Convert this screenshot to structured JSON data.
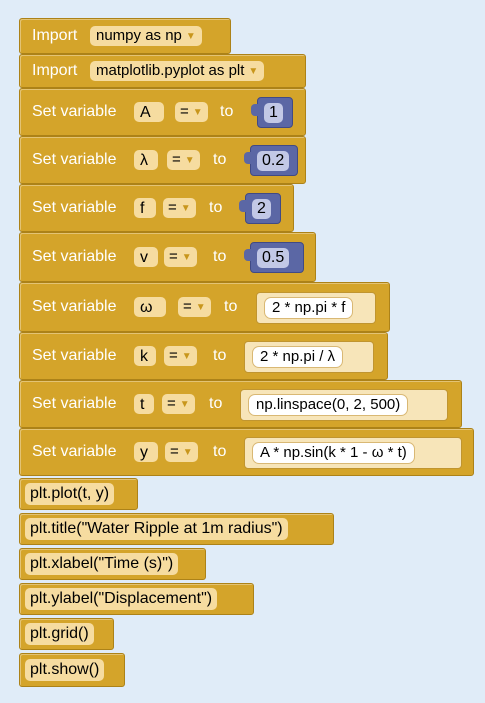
{
  "imports": [
    {
      "keyword": "Import",
      "module": "numpy as np"
    },
    {
      "keyword": "Import",
      "module": "matplotlib.pyplot as plt"
    }
  ],
  "set_variable_label": "Set variable",
  "to_label": "to",
  "operator": "=",
  "assignments": [
    {
      "name": "A",
      "value": "1",
      "kind": "number"
    },
    {
      "name": "λ",
      "value": "0.2",
      "kind": "number"
    },
    {
      "name": "f",
      "value": "2",
      "kind": "number"
    },
    {
      "name": "v",
      "value": "0.5",
      "kind": "number"
    },
    {
      "name": "ω",
      "value": "2 * np.pi * f",
      "kind": "expression"
    },
    {
      "name": "k",
      "value": "2 * np.pi / λ",
      "kind": "expression"
    },
    {
      "name": "t",
      "value": "np.linspace(0, 2, 500)",
      "kind": "expression"
    },
    {
      "name": "y",
      "value": "A * np.sin(k * 1 - ω * t)",
      "kind": "expression"
    }
  ],
  "statements": [
    "plt.plot(t, y)",
    "plt.title(\"Water Ripple at 1m radius\")",
    "plt.xlabel(\"Time (s)\")",
    "plt.ylabel(\"Displacement\")",
    "plt.grid()",
    "plt.show()"
  ],
  "colors": {
    "block": "#d4a42a",
    "number_block": "#5b67a5",
    "field": "#f6dca0",
    "workspace": "#e0ecf8"
  }
}
